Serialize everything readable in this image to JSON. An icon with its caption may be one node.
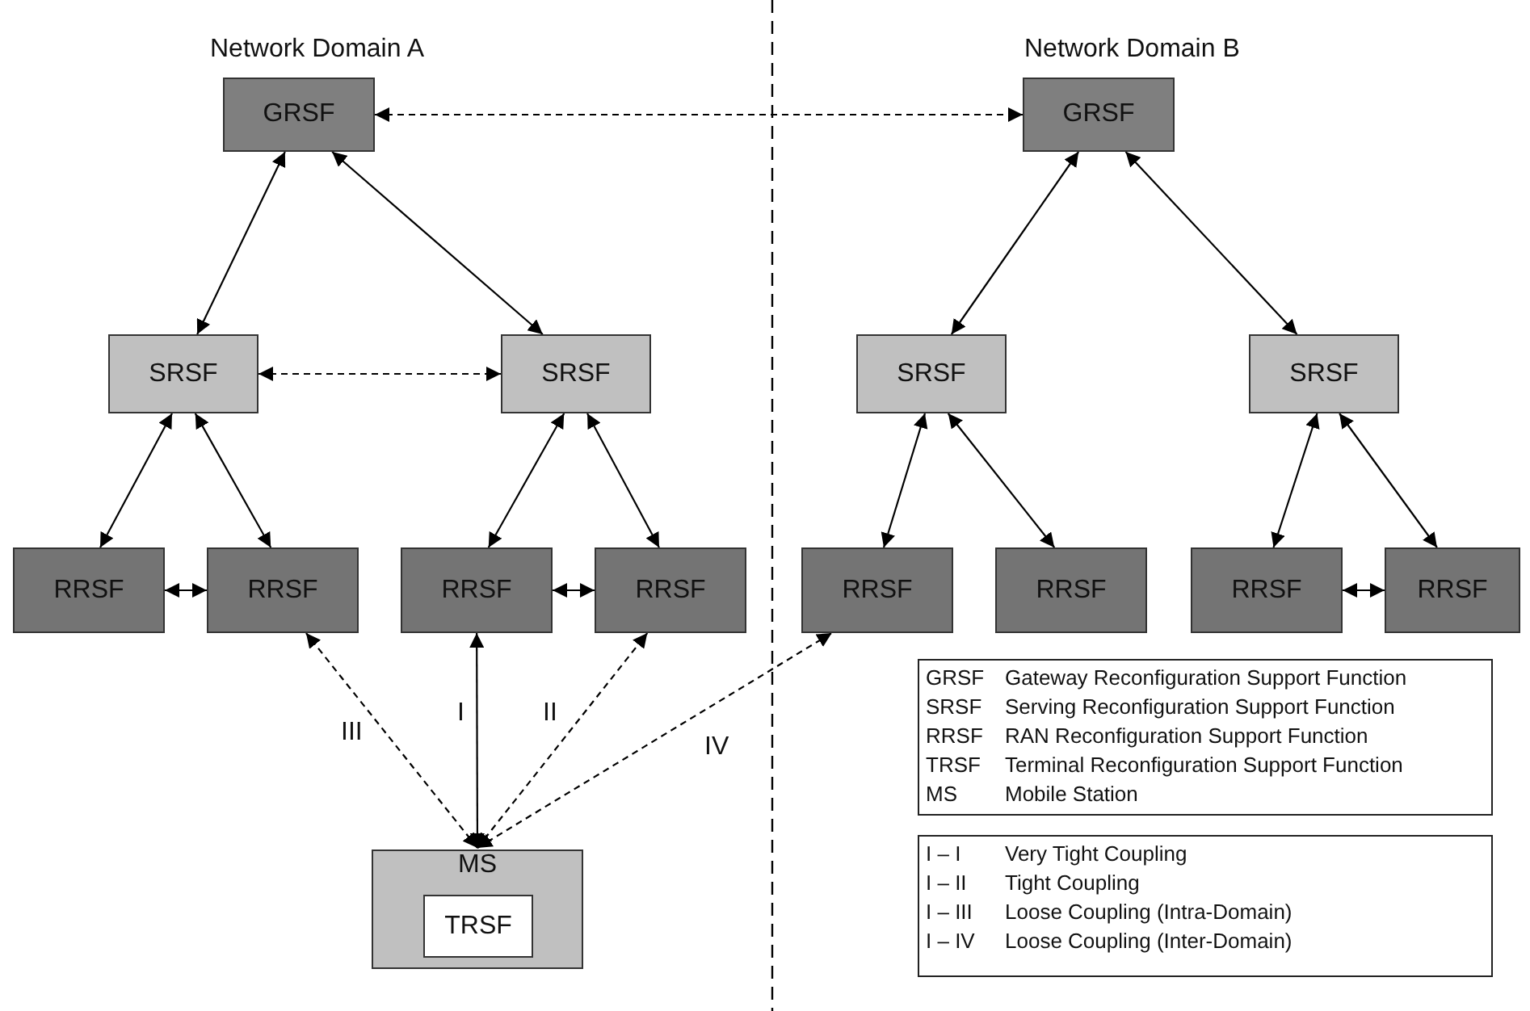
{
  "diagram": {
    "nodes": [
      {
        "text": [
          "GRSF"
        ]
      },
      {
        "text": [
          "GRSF"
        ]
      },
      {
        "text": [
          "SRSF"
        ]
      },
      {
        "text": [
          "SRSF"
        ]
      },
      {
        "text": [
          "SRSF"
        ]
      },
      {
        "text": [
          "SRSF"
        ]
      },
      {
        "text": [
          "RRSF"
        ]
      },
      {
        "text": [
          "RRSF"
        ]
      },
      {
        "text": [
          "RRSF"
        ]
      },
      {
        "text": [
          "RRSF"
        ]
      },
      {
        "text": [
          "RRSF"
        ]
      },
      {
        "text": [
          "RRSF"
        ]
      },
      {
        "text": [
          "RRSF"
        ]
      },
      {
        "text": [
          "RRSF"
        ]
      },
      {
        "text": [
          "MS"
        ]
      },
      {
        "text": [
          "TRSF"
        ],
        "in": 14
      }
    ],
    "edges": [
      {
        "from": 0,
        "to": 1,
        "arrow": "both",
        "style": "dashed"
      },
      {
        "from": 0,
        "to": 2,
        "arrow": "both"
      },
      {
        "from": 0,
        "to": 3,
        "arrow": "both"
      },
      {
        "from": 1,
        "to": 4,
        "arrow": "both"
      },
      {
        "from": 1,
        "to": 5,
        "arrow": "both"
      },
      {
        "from": 2,
        "to": 3,
        "arrow": "both",
        "style": "dashed"
      },
      {
        "from": 2,
        "to": 6,
        "arrow": "both"
      },
      {
        "from": 2,
        "to": 7,
        "arrow": "both"
      },
      {
        "from": 3,
        "to": 8,
        "arrow": "both"
      },
      {
        "from": 3,
        "to": 9,
        "arrow": "both"
      },
      {
        "from": 4,
        "to": 10,
        "arrow": "both"
      },
      {
        "from": 4,
        "to": 11,
        "arrow": "both"
      },
      {
        "from": 5,
        "to": 12,
        "arrow": "both"
      },
      {
        "from": 5,
        "to": 13,
        "arrow": "both"
      },
      {
        "from": 6,
        "to": 7,
        "arrow": "both"
      },
      {
        "from": 8,
        "to": 9,
        "arrow": "both"
      },
      {
        "from": 12,
        "to": 13,
        "arrow": "both"
      },
      {
        "from": 14,
        "to": 7,
        "arrow": "both",
        "style": "dashed",
        "label": "III"
      },
      {
        "from": 14,
        "to": 8,
        "arrow": "both",
        "label": "I"
      },
      {
        "from": 14,
        "to": 9,
        "arrow": "both",
        "style": "dashed",
        "label": "II"
      },
      {
        "from": 14,
        "to": 10,
        "arrow": "both",
        "style": "dashed",
        "label": "IV"
      }
    ],
    "labels": [
      "Network Domain A",
      "Network Domain B",
      "GRSF",
      "Gateway Reconfiguration Support Function",
      "SRSF",
      "Serving Reconfiguration Support Function",
      "RRSF",
      "RAN Reconfiguration Support Function",
      "TRSF",
      "Terminal Reconfiguration Support Function",
      "MS",
      "Mobile Station",
      "I – I",
      "Very Tight Coupling",
      "I – II",
      "Tight Coupling",
      "I – III",
      "Loose Coupling (Intra-Domain)",
      "I – IV",
      "Loose Coupling (Inter-Domain)"
    ]
  }
}
